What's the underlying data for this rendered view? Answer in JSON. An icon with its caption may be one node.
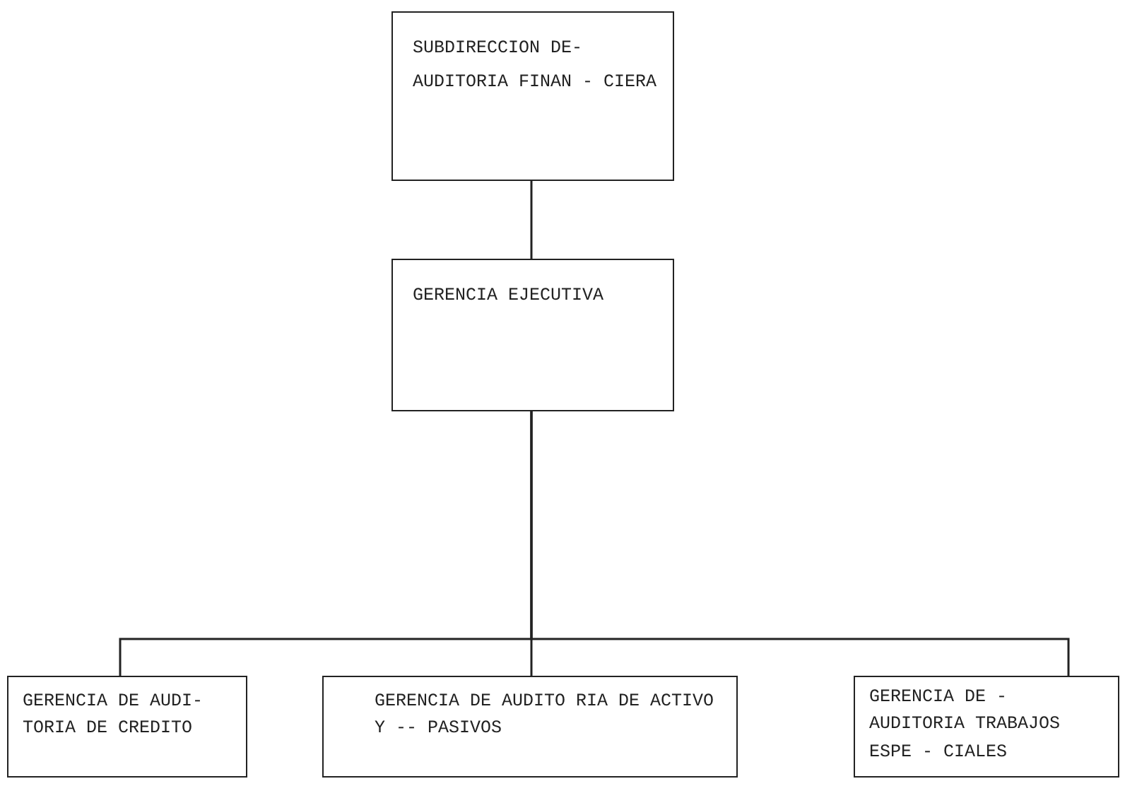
{
  "diagram": {
    "nodes": [
      {
        "text": [
          "SUBDIRECCION DE- AUDITORIA FINAN - CIERA"
        ]
      },
      {
        "text": [
          "GERENCIA EJECUTIVA"
        ]
      },
      {
        "text": [
          "GERENCIA DE AUDI- TORIA DE CREDITO"
        ]
      },
      {
        "text": [
          "GERENCIA DE AUDITO RIA DE ACTIVO Y -- PASIVOS"
        ]
      },
      {
        "text": [
          "GERENCIA DE - AUDITORIA TRABAJOS ESPE - CIALES"
        ]
      }
    ],
    "edges": [
      {
        "from": 0,
        "to": 1,
        "arrow": "none"
      },
      {
        "from": 1,
        "to": 2,
        "arrow": "none"
      },
      {
        "from": 1,
        "to": 3,
        "arrow": "none"
      },
      {
        "from": 1,
        "to": 4,
        "arrow": "none"
      }
    ]
  }
}
